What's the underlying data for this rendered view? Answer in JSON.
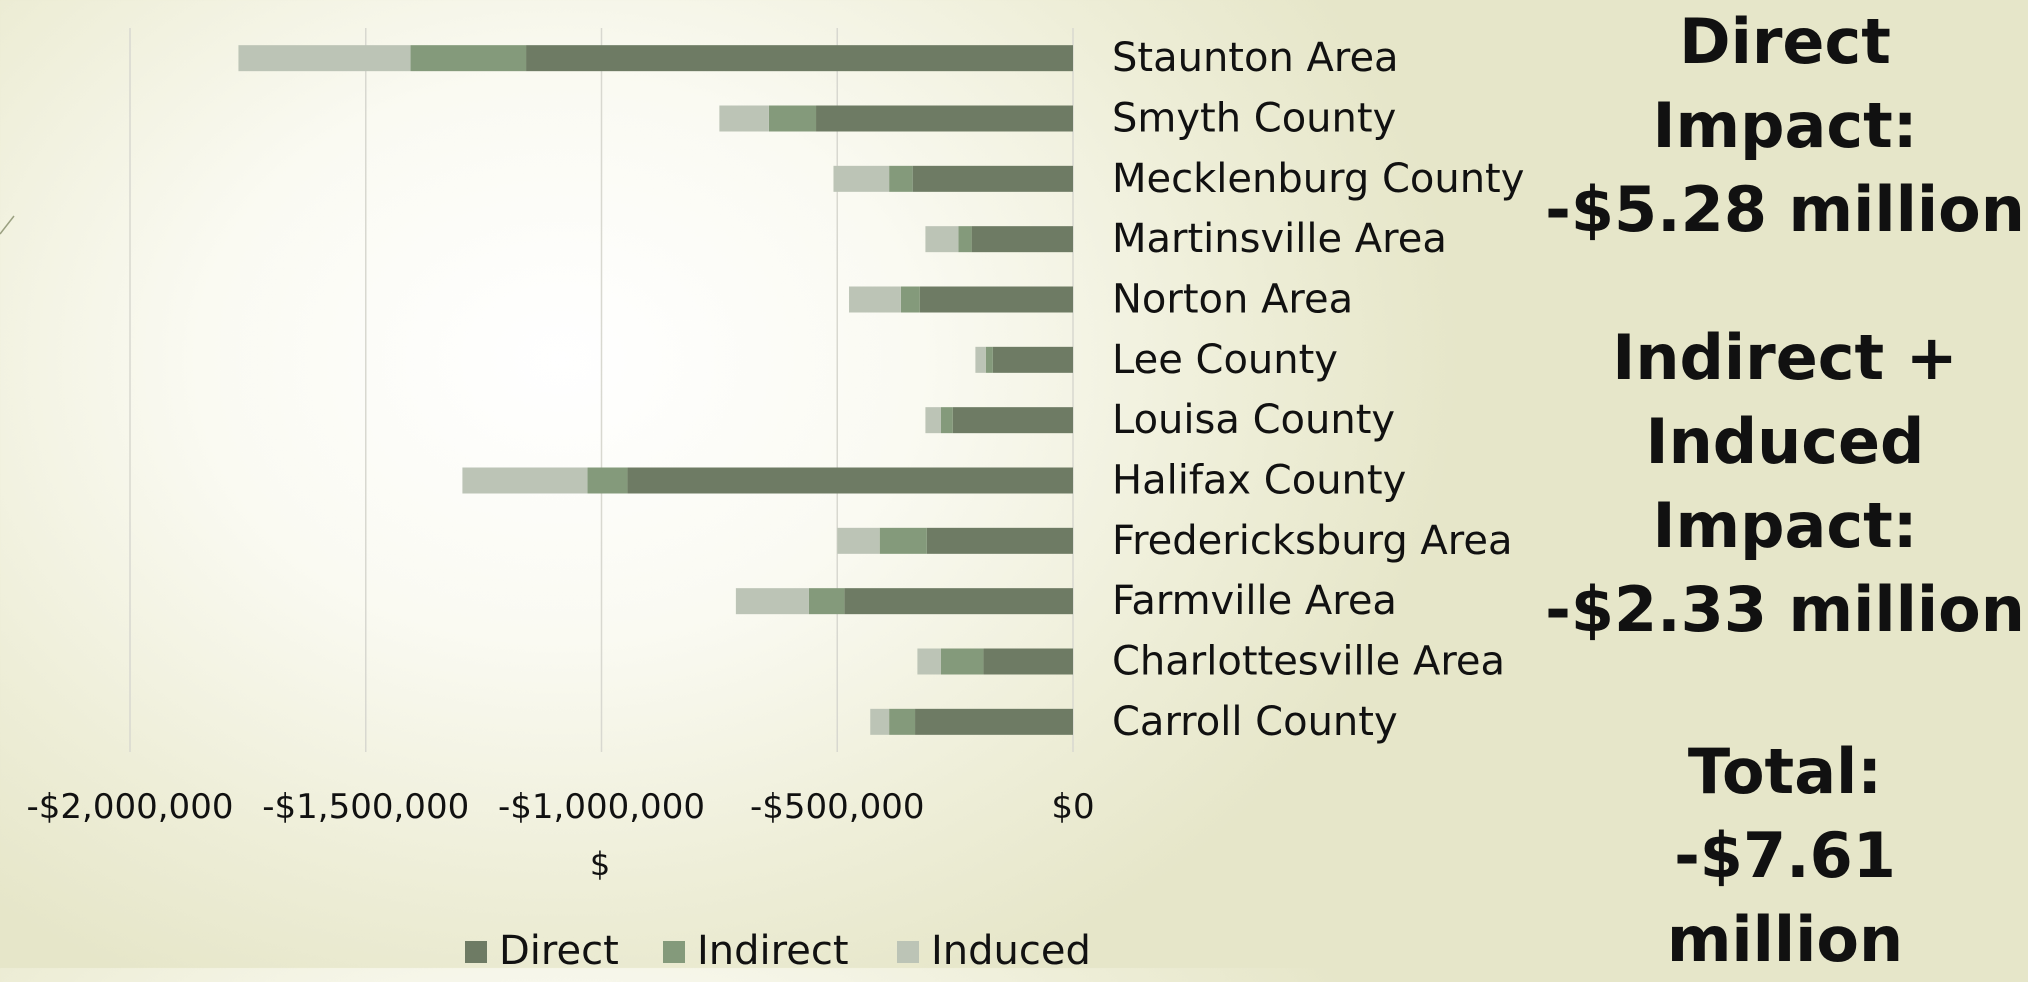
{
  "chart_data": {
    "type": "bar",
    "orientation": "horizontal",
    "stacked": true,
    "categories": [
      "Staunton Area",
      "Smyth County",
      "Mecklenburg County",
      "Martinsville Area",
      "Norton Area",
      "Lee County",
      "Louisa County",
      "Halifax County",
      "Fredericksburg Area",
      "Farmville Area",
      "Charlottesville Area",
      "Carroll County"
    ],
    "series": [
      {
        "name": "Direct",
        "values": [
          -1160000,
          -545000,
          -340000,
          -215000,
          -325000,
          -170000,
          -255000,
          -945000,
          -310000,
          -485000,
          -190000,
          -335000
        ]
      },
      {
        "name": "Indirect",
        "values": [
          -245000,
          -100000,
          -50000,
          -28000,
          -40000,
          -15000,
          -25000,
          -85000,
          -100000,
          -75000,
          -90000,
          -55000
        ]
      },
      {
        "name": "Induced",
        "values": [
          -365000,
          -105000,
          -118000,
          -70000,
          -110000,
          -22000,
          -33000,
          -265000,
          -90000,
          -155000,
          -50000,
          -40000
        ]
      }
    ],
    "colors": {
      "Direct": "#6e7b64",
      "Indirect": "#849a7b",
      "Induced": "#bcc4b6"
    },
    "xlim": [
      -2000000,
      0
    ],
    "xticks": [
      -2000000,
      -1500000,
      -1000000,
      -500000,
      0
    ],
    "xtick_labels": [
      "-$2,000,000",
      "-$1,500,000",
      "-$1,000,000",
      "-$500,000",
      "$0"
    ],
    "xlabel": "$",
    "grid": true,
    "legend": "bottom",
    "legend_entries": [
      "Direct",
      "Indirect",
      "Induced"
    ]
  },
  "summary": {
    "direct_lines": [
      "Direct",
      "Impact:",
      "-$5.28 million"
    ],
    "indirect_lines": [
      "Indirect +",
      "Induced",
      "Impact:",
      "-$2.33 million"
    ],
    "total_lines": [
      "Total:",
      "-$7.61",
      "million"
    ]
  }
}
